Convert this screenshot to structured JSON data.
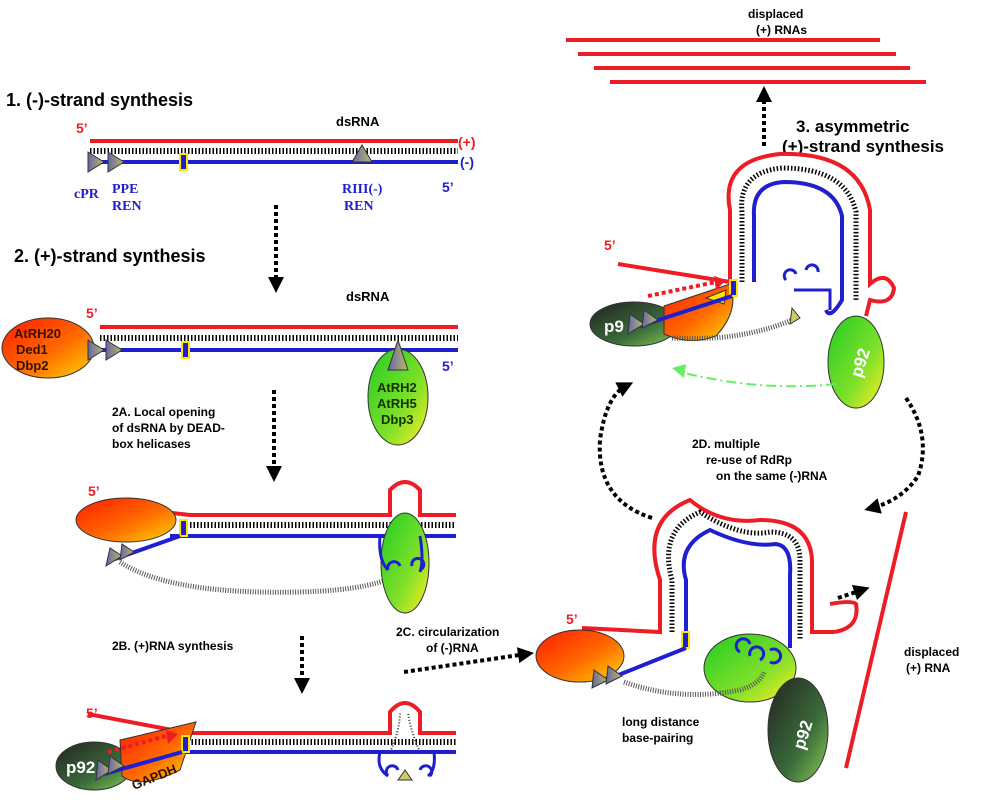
{
  "steps": {
    "s1": "1. (-)-strand synthesis",
    "s2": "2. (+)-strand synthesis",
    "s2a_line1": "2A. Local opening",
    "s2a_line2": "of dsRNA by DEAD-",
    "s2a_line3": "box helicases",
    "s2b": "2B. (+)RNA synthesis",
    "s2c_line1": "2C. circularization",
    "s2c_line2": "of (-)RNA",
    "s2d_line1": "2D. multiple",
    "s2d_line2": "re-use of RdRp",
    "s2d_line3": "on the same (-)RNA",
    "s3_line1": "3. asymmetric",
    "s3_line2": "(+)-strand synthesis"
  },
  "labels": {
    "dsrna": "dsRNA",
    "five_prime": "5’",
    "plus": "(+)",
    "minus": "(-)",
    "cpr": "cPR",
    "ppe": "PPE",
    "ren": "REN",
    "riii": "RIII(-)",
    "ren2": "REN",
    "displaced_plus_rnas_1": "displaced",
    "displaced_plus_rnas_2": "(+) RNAs",
    "displaced_plus_rna_1": "displaced",
    "displaced_plus_rna_2": "(+) RNA",
    "long_distance_1": "long distance",
    "long_distance_2": "base-pairing"
  },
  "proteins": {
    "helicase_red_1": "AtRH20",
    "helicase_red_2": "Ded1",
    "helicase_red_3": "Dbp2",
    "helicase_green_1": "AtRH2",
    "helicase_green_2": "AtRH5",
    "helicase_green_3": "Dbp3",
    "p92": "p92",
    "p92_top": "p92",
    "p92_bottom": "p92",
    "p9_cut": "p9",
    "p92_partial": "p92",
    "gapdh": "GAPDH"
  },
  "colors": {
    "plus_strand": "#ee1c25",
    "minus_strand": "#1f1fcf",
    "element_fill": "#ffe600",
    "arrow_green": "#66ee66"
  }
}
